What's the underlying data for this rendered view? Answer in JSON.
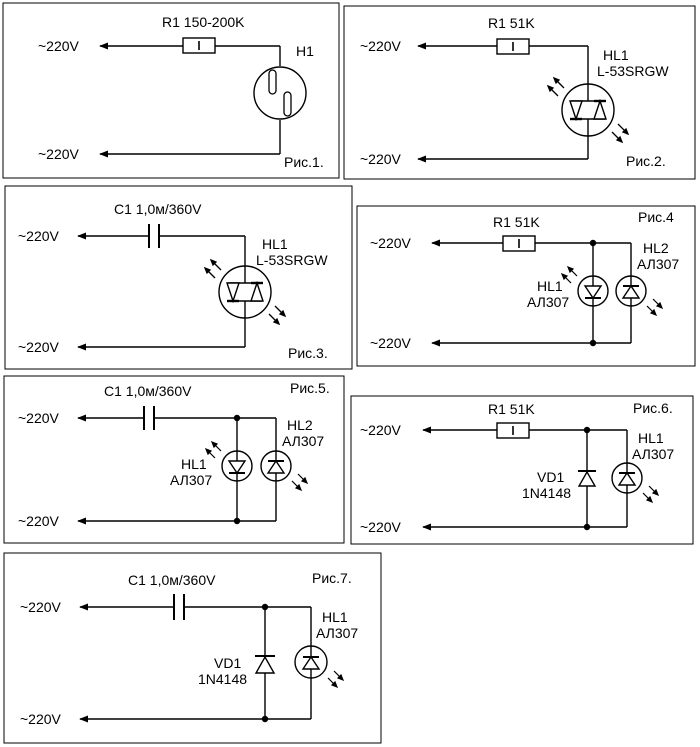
{
  "supply": "~220V",
  "fig1": {
    "caption": "Рис.1.",
    "resistor": "R1  150-200K",
    "lamp": "H1"
  },
  "fig2": {
    "caption": "Рис.2.",
    "resistor": "R1 51K",
    "led_ref": "HL1",
    "led_part": "L-53SRGW"
  },
  "fig3": {
    "caption": "Рис.3.",
    "capacitor": "C1 1,0м/360V",
    "led_ref": "HL1",
    "led_part": "L-53SRGW"
  },
  "fig4": {
    "caption": "Рис.4",
    "resistor": "R1 51K",
    "led1_ref": "HL1",
    "led1_part": "АЛ307",
    "led2_ref": "HL2",
    "led2_part": "АЛ307"
  },
  "fig5": {
    "caption": "Рис.5.",
    "capacitor": "C1 1,0м/360V",
    "led1_ref": "HL1",
    "led1_part": "АЛ307",
    "led2_ref": "HL2",
    "led2_part": "АЛ307"
  },
  "fig6": {
    "caption": "Рис.6.",
    "resistor": "R1 51K",
    "diode_ref": "VD1",
    "diode_part": "1N4148",
    "led_ref": "HL1",
    "led_part": "АЛ307"
  },
  "fig7": {
    "caption": "Рис.7.",
    "capacitor": "C1 1,0м/360V",
    "diode_ref": "VD1",
    "diode_part": "1N4148",
    "led_ref": "HL1",
    "led_part": "АЛ307"
  }
}
